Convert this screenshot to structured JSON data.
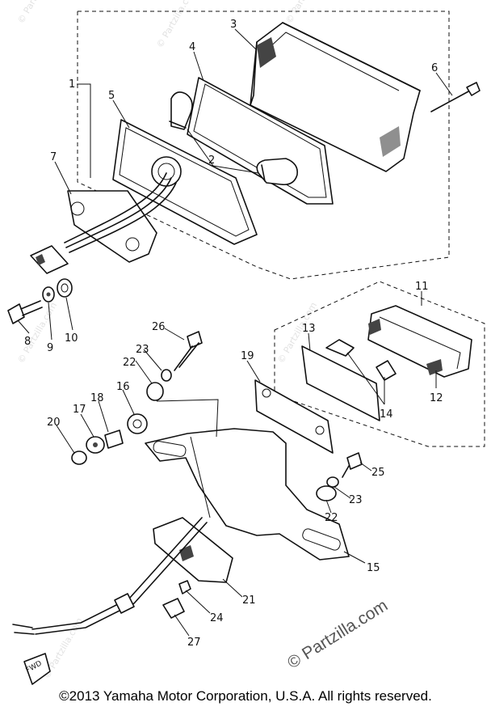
{
  "diagram": {
    "callouts": [
      {
        "id": "1",
        "label": "1"
      },
      {
        "id": "2",
        "label": "2"
      },
      {
        "id": "3",
        "label": "3"
      },
      {
        "id": "4",
        "label": "4"
      },
      {
        "id": "5",
        "label": "5"
      },
      {
        "id": "6",
        "label": "6"
      },
      {
        "id": "7",
        "label": "7"
      },
      {
        "id": "8",
        "label": "8"
      },
      {
        "id": "9",
        "label": "9"
      },
      {
        "id": "10",
        "label": "10"
      },
      {
        "id": "11",
        "label": "11"
      },
      {
        "id": "12",
        "label": "12"
      },
      {
        "id": "13",
        "label": "13"
      },
      {
        "id": "14",
        "label": "14"
      },
      {
        "id": "15",
        "label": "15"
      },
      {
        "id": "16",
        "label": "16"
      },
      {
        "id": "17",
        "label": "17"
      },
      {
        "id": "18",
        "label": "18"
      },
      {
        "id": "19",
        "label": "19"
      },
      {
        "id": "20",
        "label": "20"
      },
      {
        "id": "21",
        "label": "21"
      },
      {
        "id": "22a",
        "label": "22"
      },
      {
        "id": "22b",
        "label": "22"
      },
      {
        "id": "23a",
        "label": "23"
      },
      {
        "id": "23b",
        "label": "23"
      },
      {
        "id": "24",
        "label": "24"
      },
      {
        "id": "25",
        "label": "25"
      },
      {
        "id": "26",
        "label": "26"
      },
      {
        "id": "27",
        "label": "27"
      }
    ],
    "fwd_label": "FWD"
  },
  "watermark": "© Partzilla.com",
  "footer": "©2013 Yamaha Motor Corporation, U.S.A. All rights reserved.",
  "colors": {
    "line": "#111111",
    "background": "#ffffff",
    "watermark": "#555555"
  }
}
